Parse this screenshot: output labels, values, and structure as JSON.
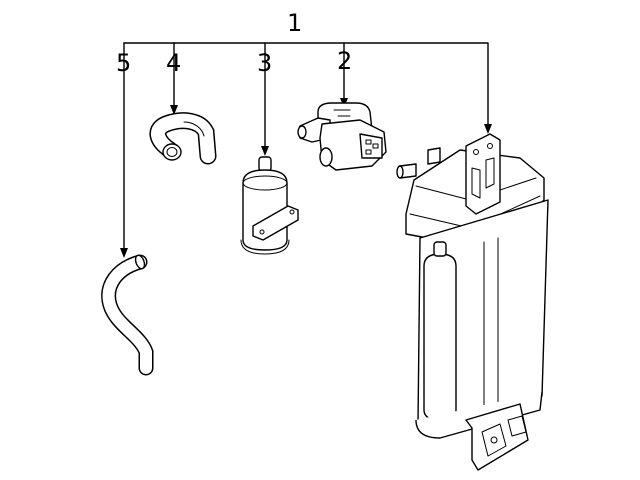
{
  "callouts": {
    "assembly": "1",
    "valve": "2",
    "filter": "3",
    "hose_short": "4",
    "hose_long": "5"
  },
  "colors": {
    "line": "#000000",
    "background": "#ffffff"
  }
}
